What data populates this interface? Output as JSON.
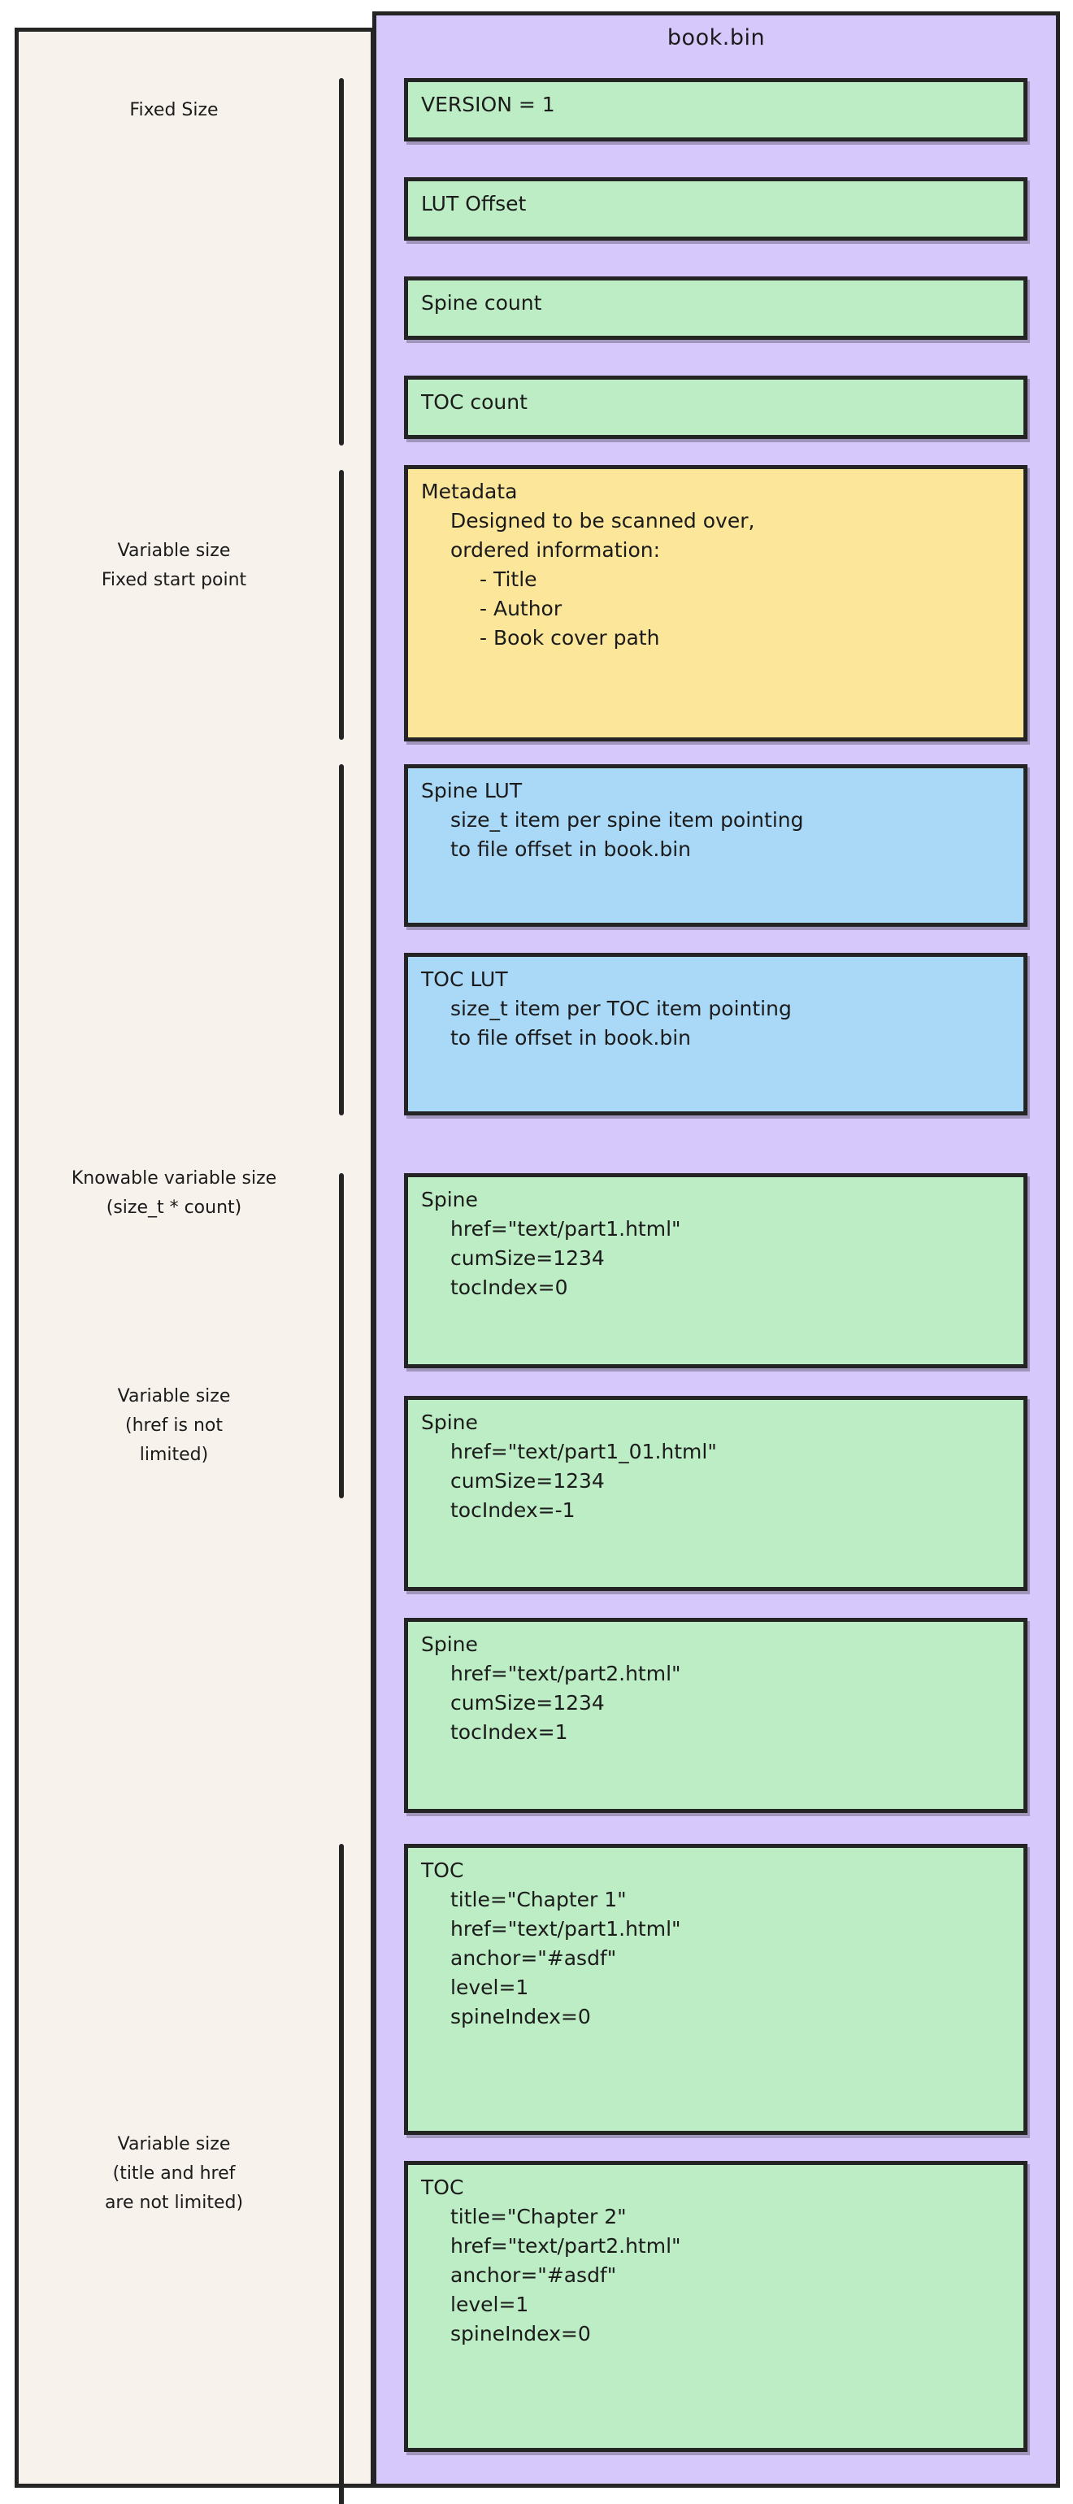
{
  "title": "book.bin",
  "colors": {
    "panel_left_bg": "#f8f2ec",
    "panel_right_bg": "#d6c8fb",
    "box_green": "#bdedc4",
    "box_yellow": "#fce69a",
    "box_blue": "#aad9f8",
    "stroke": "#242424"
  },
  "groups": [
    {
      "label": "Fixed Size"
    },
    {
      "label": "Variable size\nFixed start point"
    },
    {
      "label": "Knowable variable size\n(size_t * count)"
    },
    {
      "label": "Variable size\n(href is not\nlimited)"
    },
    {
      "label": "Variable size\n(title and href\nare not limited)"
    }
  ],
  "blocks": [
    {
      "kind": "green",
      "header": "VERSION = 1",
      "lines": []
    },
    {
      "kind": "green",
      "header": "LUT Offset",
      "lines": []
    },
    {
      "kind": "green",
      "header": "Spine count",
      "lines": []
    },
    {
      "kind": "green",
      "header": "TOC count",
      "lines": []
    },
    {
      "kind": "yellow",
      "header": "Metadata",
      "lines": [
        "Designed to be scanned over,",
        "ordered information:"
      ],
      "bullets": [
        "- Title",
        "- Author",
        "- Book cover path"
      ]
    },
    {
      "kind": "blue",
      "header": "Spine LUT",
      "lines": [
        "size_t item per spine item pointing",
        "to file offset in book.bin"
      ]
    },
    {
      "kind": "blue",
      "header": "TOC LUT",
      "lines": [
        "size_t item per TOC item pointing",
        "to file offset in book.bin"
      ]
    },
    {
      "kind": "green",
      "header": "Spine",
      "lines": [
        "href=\"text/part1.html\"",
        "cumSize=1234",
        "tocIndex=0"
      ]
    },
    {
      "kind": "green",
      "header": "Spine",
      "lines": [
        "href=\"text/part1_01.html\"",
        "cumSize=1234",
        "tocIndex=-1"
      ]
    },
    {
      "kind": "green",
      "header": "Spine",
      "lines": [
        "href=\"text/part2.html\"",
        "cumSize=1234",
        "tocIndex=1"
      ]
    },
    {
      "kind": "green",
      "header": "TOC",
      "lines": [
        "title=\"Chapter 1\"",
        "href=\"text/part1.html\"",
        "anchor=\"#asdf\"",
        "level=1",
        "spineIndex=0"
      ]
    },
    {
      "kind": "green",
      "header": "TOC",
      "lines": [
        "title=\"Chapter 2\"",
        "href=\"text/part2.html\"",
        "anchor=\"#asdf\"",
        "level=1",
        "spineIndex=0"
      ]
    }
  ]
}
